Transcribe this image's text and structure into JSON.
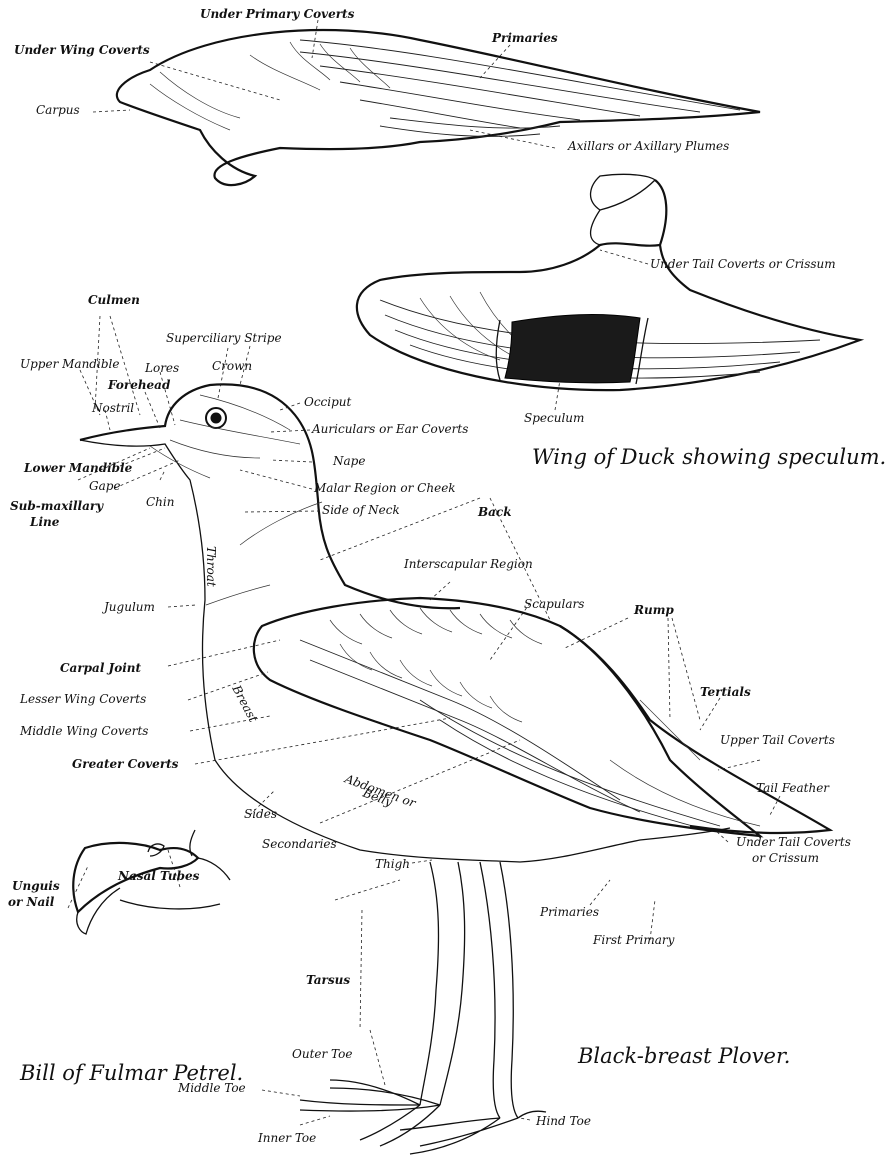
{
  "captions": {
    "wing_duck": "Wing of Duck showing speculum.",
    "bill_fulmar": "Bill of Fulmar Petrel.",
    "plover": "Black-breast Plover."
  },
  "labels": {
    "under_primary_coverts": "Under Primary Coverts",
    "under_wing_coverts": "Under Wing Coverts",
    "primaries_top": "Primaries",
    "carpus": "Carpus",
    "axillars": "Axillars or Axillary Plumes",
    "under_tail_coverts_top": "Under Tail Coverts or Crissum",
    "speculum": "Speculum",
    "culmen": "Culmen",
    "superciliary": "Superciliary Stripe",
    "upper_mandible": "Upper Mandible",
    "lores": "Lores",
    "crown": "Crown",
    "forehead": "Forehead",
    "nostril": "Nostril",
    "occiput": "Occiput",
    "auriculars": "Auriculars or Ear Coverts",
    "nape": "Nape",
    "lower_mandible": "Lower Mandible",
    "gape": "Gape",
    "chin": "Chin",
    "malar": "Malar Region or Cheek",
    "sub_maxillary_1": "Sub-maxillary",
    "sub_maxillary_2": "Line",
    "side_of_neck": "Side of Neck",
    "back": "Back",
    "throat": "Throat",
    "interscapular": "Interscapular Region",
    "scapulars": "Scapulars",
    "jugulum": "Jugulum",
    "rump": "Rump",
    "carpal_joint": "Carpal Joint",
    "lesser_wing_coverts": "Lesser Wing Coverts",
    "breast": "Breast",
    "tertials": "Tertials",
    "middle_wing_coverts": "Middle Wing Coverts",
    "upper_tail_coverts": "Upper Tail Coverts",
    "greater_coverts": "Greater Coverts",
    "tail_feather": "Tail Feather",
    "abdomen_1": "Abdomen or",
    "abdomen_2": "Belly",
    "sides": "Sides",
    "secondaries": "Secondaries",
    "under_tail_coverts_1": "Under Tail Coverts",
    "under_tail_coverts_2": "or Crissum",
    "thigh": "Thigh",
    "primaries_bottom": "Primaries",
    "first_primary": "First Primary",
    "nasal_tubes": "Nasal Tubes",
    "unguis_1": "Unguis",
    "unguis_2": "or Nail",
    "tarsus": "Tarsus",
    "outer_toe": "Outer Toe",
    "middle_toe": "Middle Toe",
    "hind_toe": "Hind Toe",
    "inner_toe": "Inner Toe"
  },
  "colors": {
    "ink": "#111111",
    "paper": "#ffffff"
  }
}
